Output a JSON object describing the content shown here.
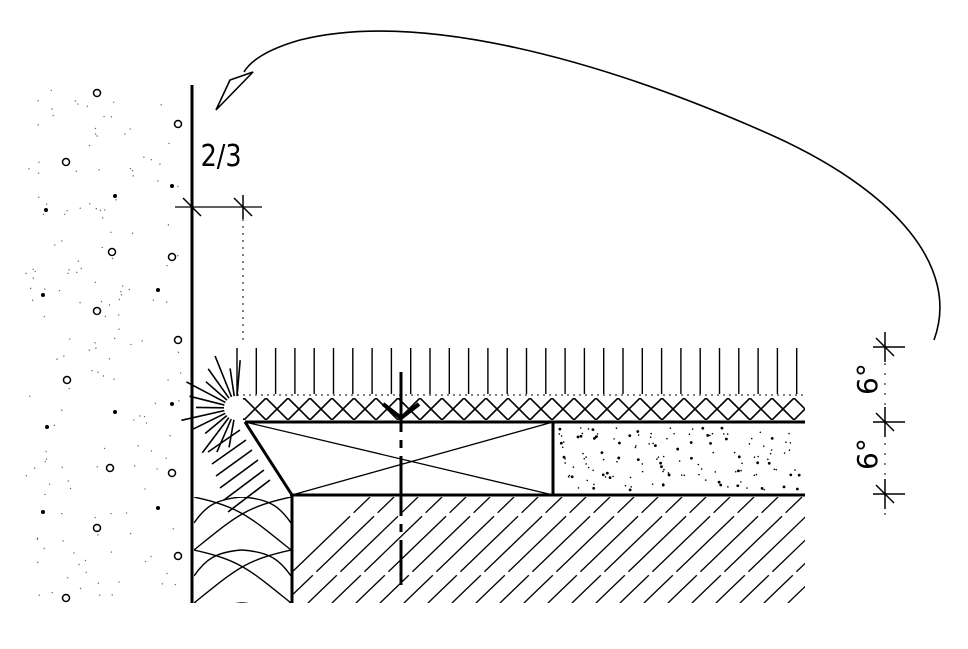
{
  "drawing": {
    "top_dimension_label": "2/3",
    "right_dimension_labels": [
      "6°",
      "6°"
    ],
    "line_color": "#000000",
    "background": "#ffffff"
  }
}
